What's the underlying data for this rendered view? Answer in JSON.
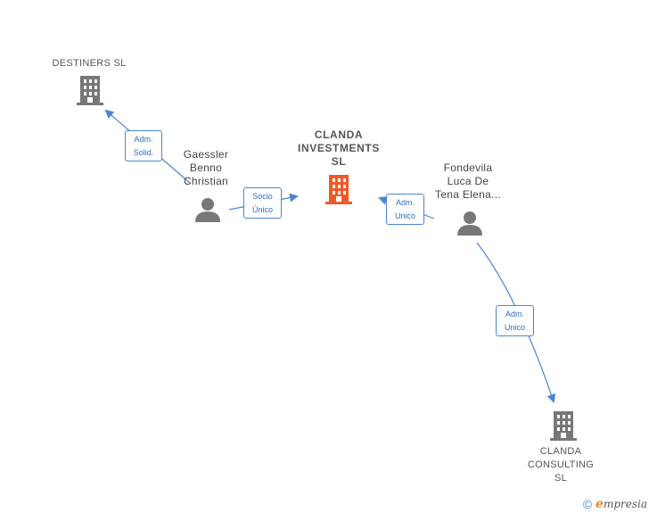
{
  "nodes": {
    "destiners": {
      "label": "DESTINERS  SL",
      "type": "company",
      "color": "#777777"
    },
    "clanda_investments": {
      "label_lines": [
        "CLANDA",
        "INVESTMENTS",
        "SL"
      ],
      "type": "company",
      "color": "#f05a28"
    },
    "clanda_consulting": {
      "label_lines": [
        "CLANDA",
        "CONSULTING",
        "SL"
      ],
      "type": "company",
      "color": "#777777"
    },
    "gaessler": {
      "label_lines": [
        "Gaessler",
        "Benno",
        "Christian"
      ],
      "type": "person",
      "color": "#777777"
    },
    "fondevila": {
      "label_lines": [
        "Fondevila",
        "Luca De",
        "Tena Elena..."
      ],
      "type": "person",
      "color": "#777777"
    }
  },
  "edges": {
    "gaessler_destiners": {
      "label_lines": [
        "Adm.",
        "Solid."
      ]
    },
    "gaessler_clanda": {
      "label_lines": [
        "Socio",
        "Único"
      ]
    },
    "fondevila_clanda": {
      "label_lines": [
        "Adm.",
        "Unico"
      ]
    },
    "fondevila_consulting": {
      "label_lines": [
        "Adm.",
        "Unico"
      ]
    }
  },
  "edge_color": "#4a86d4",
  "footer": {
    "copyright_symbol": "©",
    "brand_initial": "e",
    "brand_rest": "mpresia"
  }
}
